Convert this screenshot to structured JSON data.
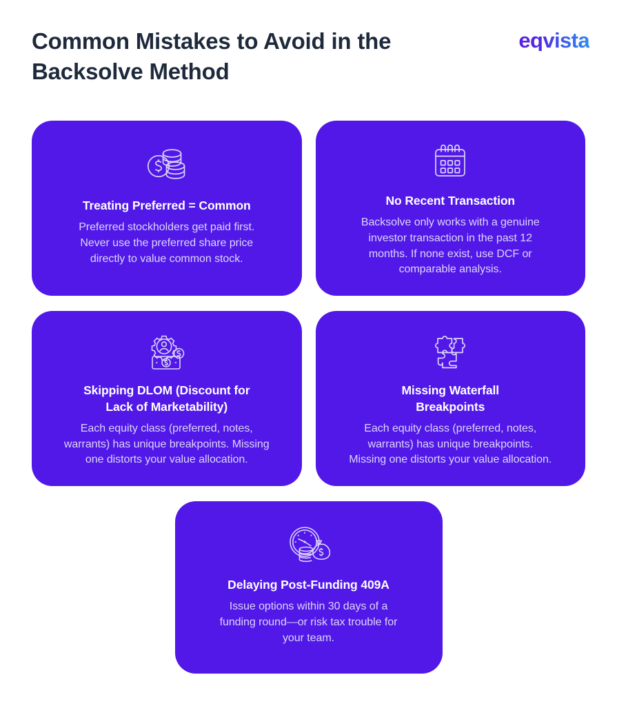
{
  "header": {
    "title": "Common Mistakes to Avoid in the\nBacksolve Method",
    "logo_text": "eqvista",
    "title_color": "#1E2A3B",
    "logo_gradient_start": "#5B22DC",
    "logo_gradient_end": "#2E8BF2"
  },
  "theme": {
    "page_background": "#FFFFFF",
    "card_background": "#5118E8",
    "card_title_color": "#FFFFFF",
    "card_body_color": "#DED6F8",
    "icon_stroke_color": "#DCD3FA"
  },
  "cards": [
    {
      "icon_name": "coins-dollar-icon",
      "title": "Treating Preferred = Common",
      "body": "Preferred stockholders get paid first.\nNever use the preferred share price\ndirectly to value common stock."
    },
    {
      "icon_name": "calendar-icon",
      "title": "No Recent Transaction",
      "body": "Backsolve only works with a genuine\ninvestor transaction in the past 12\nmonths. If none exist, use DCF or\ncomparable analysis."
    },
    {
      "icon_name": "gear-person-money-icon",
      "title": "Skipping DLOM (Discount for\nLack of Marketability)",
      "body": "Each equity class (preferred, notes,\nwarrants) has unique breakpoints. Missing\none distorts your value allocation."
    },
    {
      "icon_name": "puzzle-pieces-icon",
      "title": "Missing Waterfall\nBreakpoints",
      "body": "Each equity class (preferred, notes,\nwarrants) has unique breakpoints.\nMissing one distorts your value allocation."
    },
    {
      "icon_name": "clock-money-bag-icon",
      "title": "Delaying Post-Funding 409A",
      "body": "Issue options within 30 days of a\nfunding round—or risk tax trouble for\nyour team."
    }
  ]
}
